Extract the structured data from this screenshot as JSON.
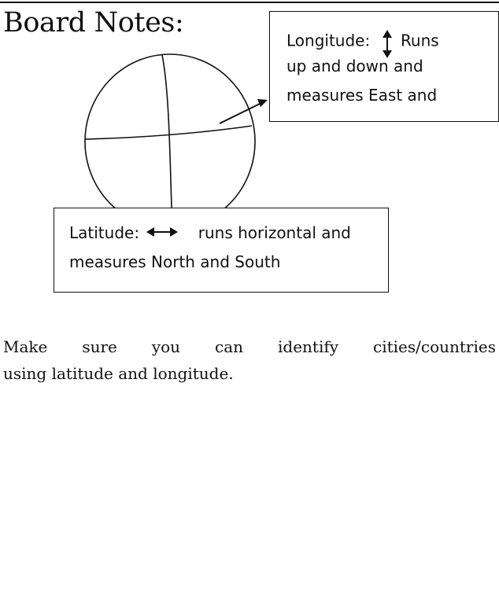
{
  "heading": "Board Notes:",
  "longitude_box": {
    "label": "Longitude:",
    "arrow_icon": "up-down-arrow-icon",
    "line1_tail": "Runs",
    "line2": "up and down and",
    "line3": "measures East and"
  },
  "latitude_box": {
    "label": "Latitude:",
    "arrow_icon": "left-right-arrow-icon",
    "line1_tail": "runs horizontal and",
    "line2": "measures North and South"
  },
  "globe": {
    "icon": "globe-icon",
    "pointer_icon": "pointer-arrow-icon"
  },
  "paragraph": {
    "line1": "Make sure you can identify cities/countries",
    "line2": "using latitude and longitude."
  },
  "colors": {
    "ink": "#111111",
    "background": "#ffffff"
  }
}
